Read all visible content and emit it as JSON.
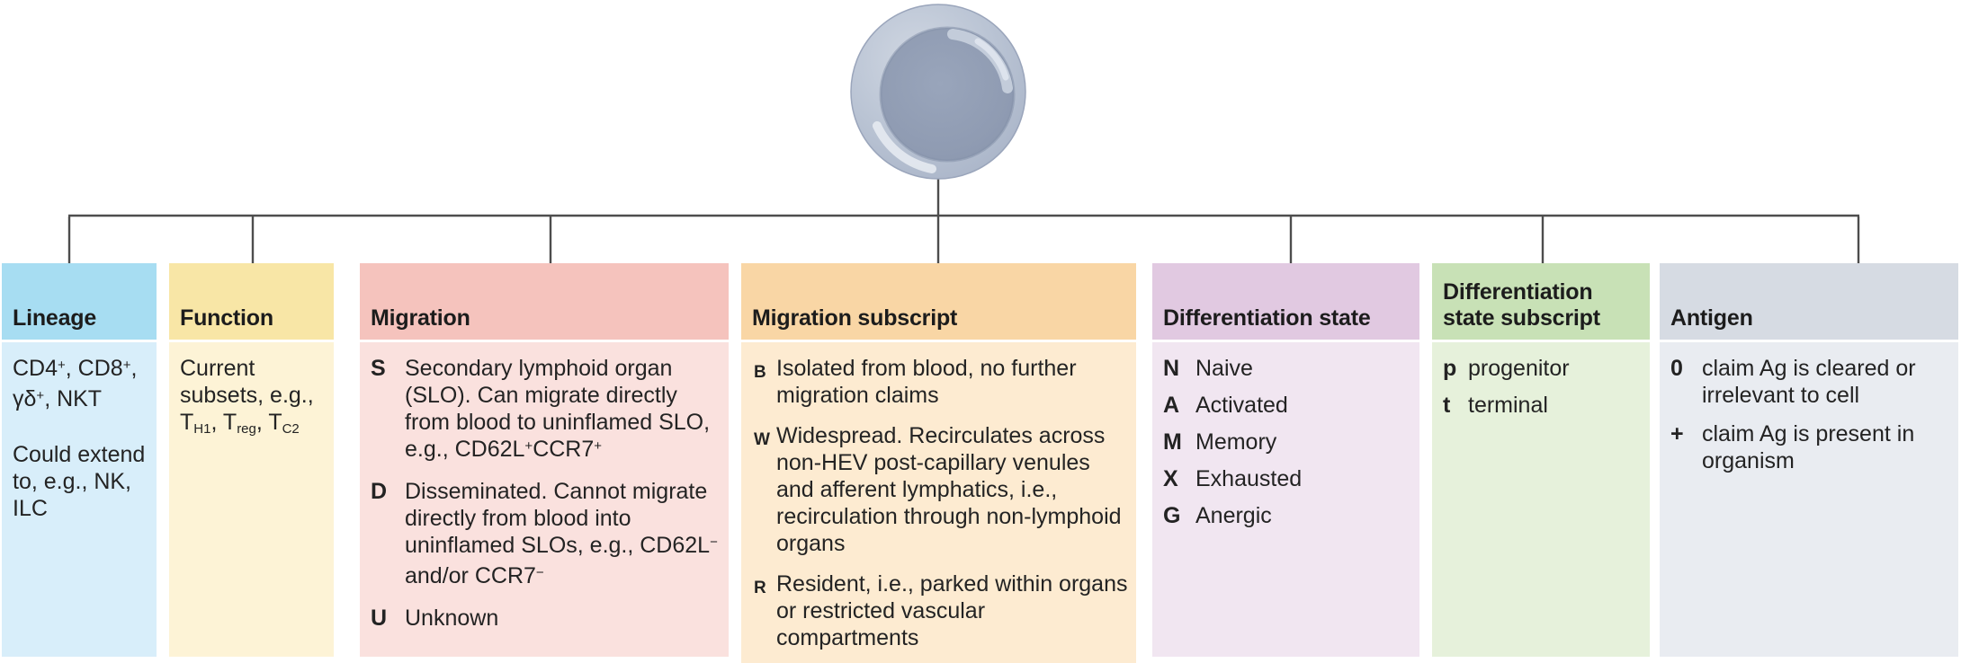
{
  "figure": {
    "title_hint": "T cell naming system tree",
    "line_color": "#4d4d4d",
    "text_color": "#232323",
    "cell": {
      "icon": "t-cell",
      "outer_color": "#b7c1d2",
      "nucleus_color": "#8e9ab1",
      "highlight_color": "#e6eaf1"
    }
  },
  "columns": [
    {
      "id": "lineage",
      "title": "Lineage",
      "header_bg": "#a7ddf2",
      "body_bg": "#d8eefa",
      "paragraphs": [
        "CD4<sup>+</sup>, CD8<sup>+</sup>, γδ<sup>+</sup>, NKT",
        "Could extend to, e.g., NK, ILC"
      ]
    },
    {
      "id": "function",
      "title": "Function",
      "header_bg": "#f8e6a6",
      "body_bg": "#fdf3d6",
      "paragraphs": [
        "Current subsets, e.g., T<sub>H1</sub>, T<sub>reg</sub>, T<sub>C2</sub>"
      ]
    },
    {
      "id": "migration",
      "title": "Migration",
      "header_bg": "#f5c3bd",
      "body_bg": "#fae1de",
      "items": [
        {
          "letter": "S",
          "text": "Secondary lymphoid organ (SLO). Can migrate directly from blood to uninflamed SLO, e.g., CD62L<sup>+</sup>CCR7<sup>+</sup>"
        },
        {
          "letter": "D",
          "text": "Disseminated. Cannot migrate directly from blood into uninflamed SLOs, e.g., CD62L<sup>−</sup> and/or CCR7<sup>−</sup>"
        },
        {
          "letter": "U",
          "text": "Unknown"
        }
      ]
    },
    {
      "id": "migration-subscript",
      "title": "Migration subscript",
      "header_bg": "#f9d6a5",
      "body_bg": "#fdebd1",
      "items": [
        {
          "letter": "B",
          "text": "Isolated from blood, no further migration claims"
        },
        {
          "letter": "W",
          "text": "Widespread. Recirculates across non-HEV post-capillary venules and afferent lymphatics, i.e., recirculation through non-lymphoid organs"
        },
        {
          "letter": "R",
          "text": "Resident, i.e., parked within organs or restricted vascular compartments"
        }
      ]
    },
    {
      "id": "differentiation-state",
      "title": "Differentiation state",
      "header_bg": "#e1c9e1",
      "body_bg": "#f1e6f1",
      "items": [
        {
          "letter": "N",
          "text": "Naive"
        },
        {
          "letter": "A",
          "text": "Activated"
        },
        {
          "letter": "M",
          "text": "Memory"
        },
        {
          "letter": "X",
          "text": "Exhausted"
        },
        {
          "letter": "G",
          "text": "Anergic"
        }
      ]
    },
    {
      "id": "differentiation-state-subscript",
      "title": "Differentiation state subscript",
      "header_bg": "#c8e1b6",
      "body_bg": "#e6f1db",
      "items": [
        {
          "letter": "p",
          "text": "progenitor"
        },
        {
          "letter": "t",
          "text": "terminal"
        }
      ]
    },
    {
      "id": "antigen",
      "title": "Antigen",
      "header_bg": "#d6dbe3",
      "body_bg": "#e9ecf1",
      "items": [
        {
          "letter": "0",
          "text": "claim Ag is cleared or irrelevant to cell"
        },
        {
          "letter": "+",
          "text": "claim Ag is present in organism"
        }
      ]
    }
  ]
}
